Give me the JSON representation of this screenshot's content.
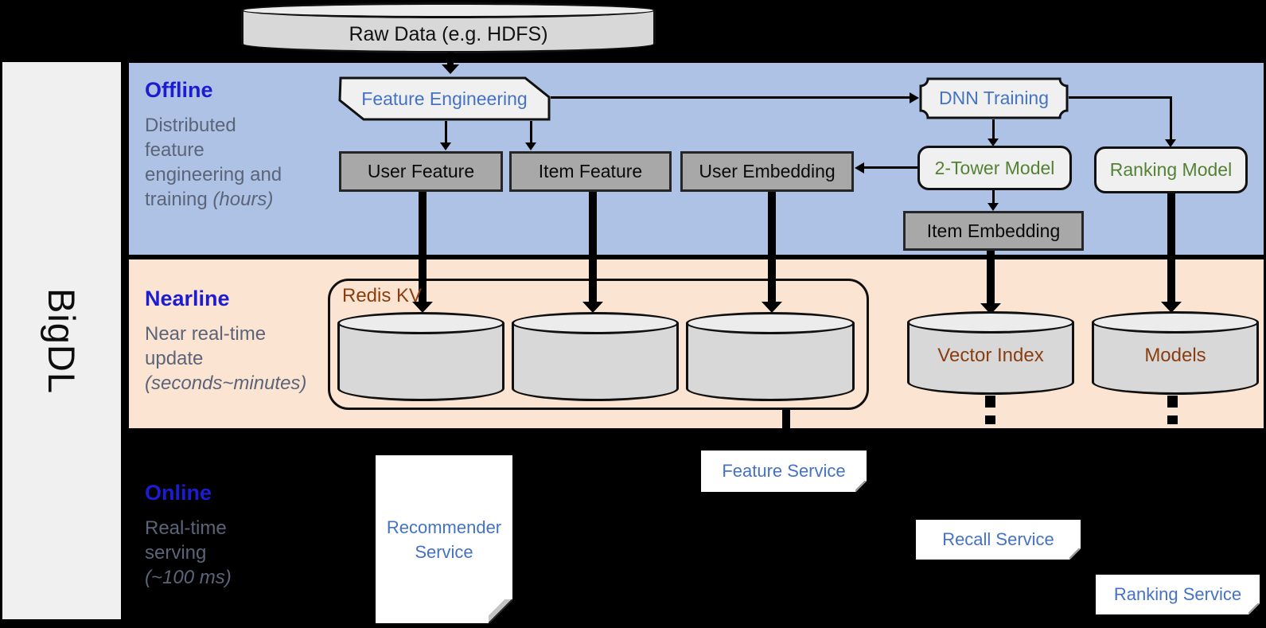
{
  "brand": {
    "name": "BigDL"
  },
  "datasource": {
    "label": "Raw Data (e.g. HDFS)"
  },
  "sections": {
    "offline": {
      "title": "Offline",
      "lines": [
        "Distributed",
        "feature",
        "engineering and"
      ],
      "tail": "training ",
      "note": "(hours)"
    },
    "nearline": {
      "title": "Nearline",
      "lines": [
        "Near real-time",
        "update"
      ],
      "tail": "",
      "note": "(seconds~minutes)"
    },
    "online": {
      "title": "Online",
      "lines": [
        "Real-time",
        "serving"
      ],
      "tail": "",
      "note": "(~100 ms)"
    }
  },
  "nodes": {
    "feature_engineering": "Feature Engineering",
    "dnn_training": "DNN Training",
    "user_feature": "User Feature",
    "item_feature": "Item Feature",
    "user_embedding": "User Embedding",
    "two_tower_model": "2-Tower Model",
    "ranking_model": "Ranking Model",
    "item_embedding": "Item Embedding"
  },
  "storage": {
    "redis_kv": "Redis KV",
    "vector_index": "Vector Index",
    "models": "Models"
  },
  "services": {
    "recommender_line1": "Recommender",
    "recommender_line2": "Service",
    "feature": "Feature Service",
    "recall": "Recall Service",
    "ranking": "Ranking Service"
  },
  "colors": {
    "offline_band": "#adc2e4",
    "nearline_band": "#fbe4d2",
    "node_blue_text": "#4472c4",
    "node_green_text": "#548235",
    "storage_brown_text": "#8a3e10",
    "section_title_blue": "#1c1cd1",
    "description_gray": "#5b6478"
  }
}
